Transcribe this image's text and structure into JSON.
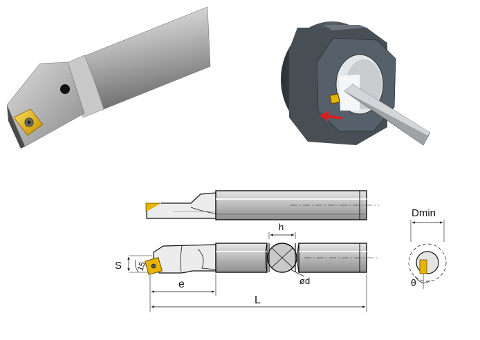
{
  "labels": {
    "h": "h",
    "s": "S",
    "angle": "15",
    "e": "e",
    "d": "ød",
    "L": "L",
    "dmin": "Dmin",
    "theta": "θ"
  },
  "colors": {
    "bar_light": "#d9d9d9",
    "bar_dark": "#7d7d7d",
    "insert": "#e8b400",
    "body_steel": "#a9a9a9",
    "ring_dark": "#3e4448",
    "arrow_red": "#d42020",
    "line": "#111111"
  }
}
